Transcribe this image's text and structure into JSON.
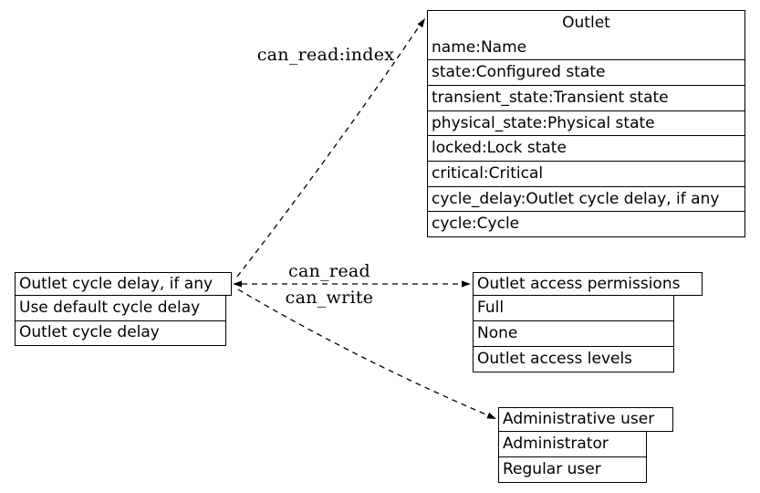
{
  "colors": {
    "background": "#ffffff",
    "foreground": "#000000"
  },
  "nodes": {
    "outlet": {
      "title": "Outlet",
      "rows": [
        "name:Name",
        "state:Configured state",
        "transient_state:Transient state",
        "physical_state:Physical state",
        "locked:Lock state",
        "critical:Critical",
        "cycle_delay:Outlet cycle delay, if any",
        "cycle:Cycle"
      ]
    },
    "cycle_delay": {
      "title": "Outlet cycle delay, if any",
      "rows": [
        "Use default cycle delay",
        "Outlet cycle delay"
      ]
    },
    "access_permissions": {
      "title": "Outlet access permissions",
      "rows": [
        "Full",
        "None",
        "Outlet access levels"
      ]
    },
    "admin_user": {
      "title": "Administrative user",
      "rows": [
        "Administrator",
        "Regular user"
      ]
    }
  },
  "edge_labels": {
    "read_index": "can_read:index",
    "read": "can_read",
    "write": "can_write"
  }
}
